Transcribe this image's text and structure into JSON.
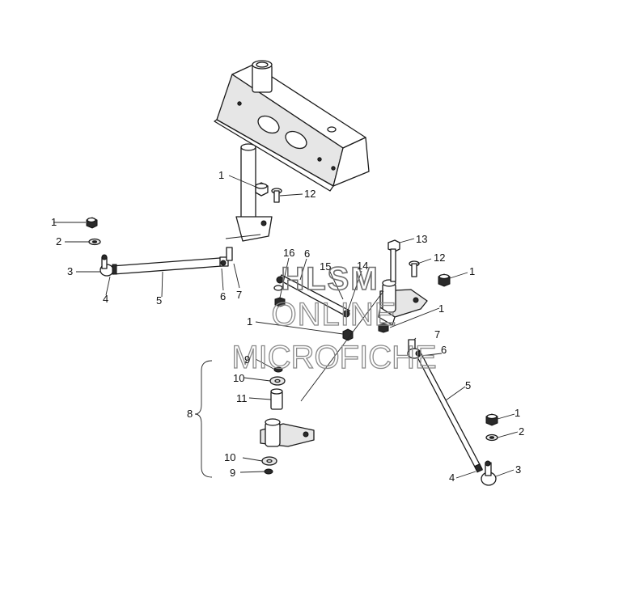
{
  "watermark": {
    "line1": "HLSM",
    "line2": "ONLINE",
    "line3": "MICROFICHE"
  },
  "callouts": {
    "c1a": "1",
    "c12a": "12",
    "c13": "13",
    "c12b": "12",
    "c1b": "1",
    "c16": "16",
    "c6a": "6",
    "c15": "15",
    "c14": "14",
    "c1c": "1",
    "c1d": "1",
    "c1e": "1",
    "c2a": "2",
    "c3a": "3",
    "c4a": "4",
    "c5a": "5",
    "c6b": "6",
    "c7a": "7",
    "c7b": "7",
    "c6c": "6",
    "c5b": "5",
    "c9a": "9",
    "c10a": "10",
    "c11": "11",
    "c8": "8",
    "c10b": "10",
    "c9b": "9",
    "c1f": "1",
    "c2b": "2",
    "c3b": "3",
    "c4b": "4"
  },
  "colors": {
    "line": "#1a1a1a",
    "watermark": "#6f6f6f"
  }
}
